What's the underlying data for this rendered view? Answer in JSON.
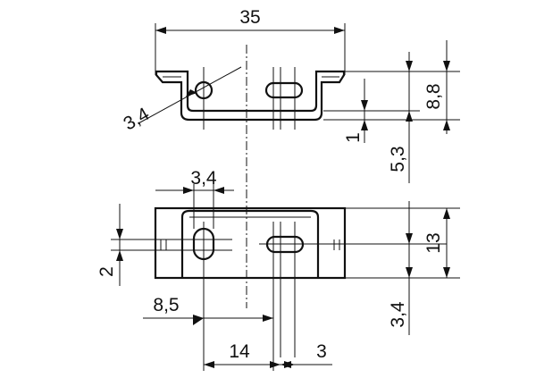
{
  "drawing": {
    "top_view": {
      "width_label": "35",
      "hole_diameter_label": "3,4",
      "height_label": "8,8",
      "thickness_label": "1",
      "offset_label": "5,3"
    },
    "front_view": {
      "hole_width_label": "3,4",
      "slot_height_label": "2",
      "hole_offset_label": "8,5",
      "slot_spacing_label": "14",
      "slot_width_label": "3",
      "height_label": "13",
      "bottom_offset_label": "3,4"
    }
  }
}
